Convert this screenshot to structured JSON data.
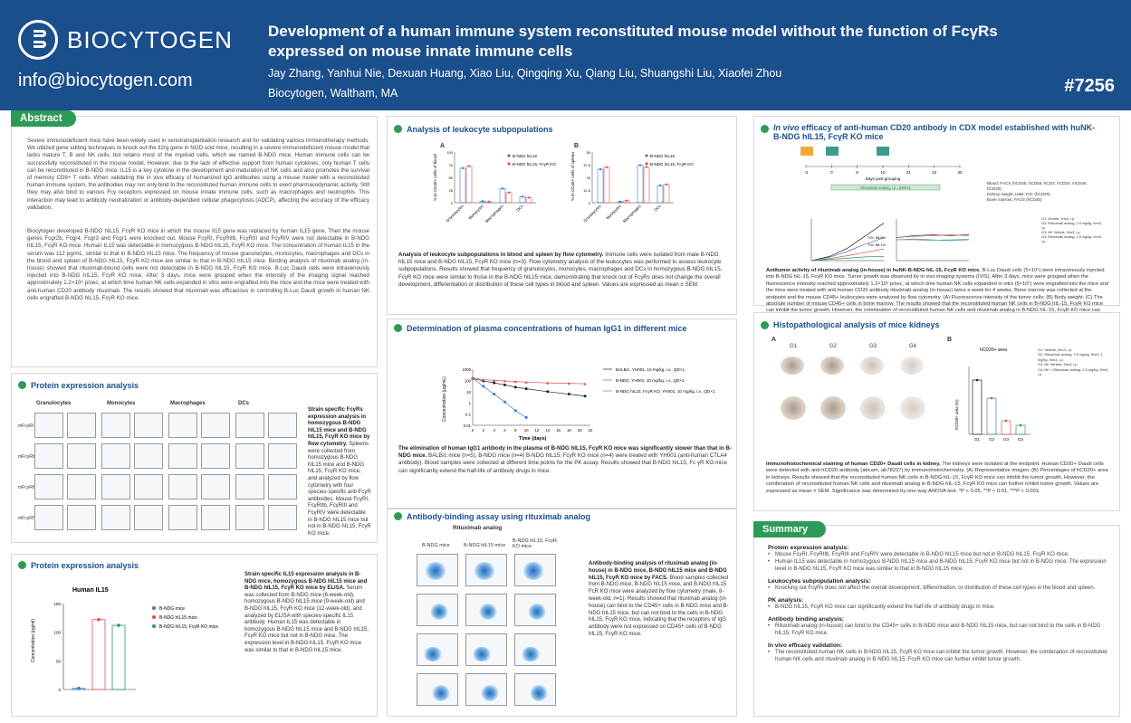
{
  "header": {
    "brand": "BIOCYTOGEN",
    "email": "info@biocytogen.com",
    "title": "Development of a human immune system reconstituted mouse model without the function of FcγRs expressed on mouse innate immune cells",
    "authors": "Jay Zhang, Yanhui Nie, Dexuan Huang, Xiao Liu, Qingqing Xu, Qiang Liu, Shuangshi Liu, Xiaofei Zhou",
    "affiliation": "Biocytogen, Waltham, MA",
    "poster_id": "#7256"
  },
  "abstract": {
    "title": "Abstract",
    "p1": "Severe immunodeficient mice have been widely used in xenotransplantation research and for validating various immunotherapy methods. We utilized gene editing techniques to knock out the Il2rg gene in NOD scid mice, resulting in a severe immunodeficient mouse model that lacks mature T, B and NK cells, but retains most of the myeloid cells, which we named B-NDG mice. Human immune cells can be successfully reconstituted in the mouse model. However, due to the lack of effective support from human cytokines, only human T cells can be reconstituted in B-NDG mice. IL15 is a key cytokine in the development and maturation of NK cells and also promotes the survival of memory CD8+ T cells. When validating the in vivo efficacy of humanized IgG antibodies using a mouse model with a reconstituted human immune system, the antibodies may not only bind to the reconstituted human immune cells to exert pharmacodynamic activity. Still they may also bind to various Fcγ receptors expressed on mouse innate immune cells, such as macrophages and neutrophils. This interaction may lead to antibody neutralization or antibody-dependent cellular phagocytosis (ADCP), affecting the accuracy of the efficacy validation.",
    "p2": "Biocytogen developed B-NDG hIL15, FcγR KO mice in which the mouse Il15 gene was replaced by human IL15 gene. Then the mouse genes Fcgr2b, Fcgr4, Fcgr3 and Fcgr1 were knocked out. Mouse FcγRI, FcγRIIb, FcγRIII and FcγRIV were not detectable in B-NDG hIL15, FcγR KO mice. Human IL15 was detectable in homozygous B-NDG hIL15, FcγR KO mice. The concentration of human IL15 in the serum was 112 pg/mL, similar to that in B-NDG hIL15 mice. The frequency of mouse granulocytes, monocytes, macrophages and DCs in the blood and spleen of B-NDG hIL15, FcγR KO mice are similar to that in B-NDG hIL15 mice. Binding analysis of rituximab analog (in-house) showed that rituximab-bound cells were not detectable in B-NDG hIL15, FcγR KO mice. B-Luc Daudi cells were intravenously injected into B-NDG hIL15, FcγR KO mice. After 3 days, mice were grouped when the intensity of the imaging signal reached approximately 1.2×10⁶ p/sec, at which time human NK cells expanded in vitro were engrafted into the mice and the mice were treated with anti-human CD20 antibody rituximab. The results showed that rituximab was efficacious in controlling B-Luc Daudi growth in human NK cells engrafted B-NDG hIL15, FcγR KO mice."
  },
  "protein1": {
    "title": "Protein expression analysis",
    "cols": [
      "Granulocytes",
      "Monocytes",
      "Macrophages",
      "DCs"
    ],
    "caption_bold": "Strain specific FcγRs expression analysis in homozygous B-NDG hIL15 mice and B-NDG hIL15, FcγR KO mice by flow cytometry.",
    "caption": "Spleens were collected from homozygous B-NDG hIL15 mice and B-NDG hIL15, FcγR KO mice, and analyzed by flow cytometry with four species-specific anti-FcγR antibodies. Mouse FcγRI, FcγRIIb, FcγRIII and FcγRIV were detectable in B-NDG hIL15 mice but not in B-NDG hIL15, FcγR KO mice.",
    "rows": [
      "mFcγRI",
      "mFcγRIIB",
      "mFcγRIII",
      "mFcγRIV"
    ]
  },
  "protein2": {
    "title": "Protein expression analysis",
    "chart_data": {
      "type": "bar",
      "title": "Human IL15",
      "ylabel": "Concentration (pg/ml)",
      "ylim": [
        0,
        150
      ],
      "series": [
        {
          "name": "B-NDG mice",
          "value": 2
        },
        {
          "name": "B-NDG hIL15 mice",
          "value": 122
        },
        {
          "name": "B-NDG hIL15, FcγR KO mice",
          "value": 112
        }
      ]
    },
    "caption_bold": "Strain specific IL15 expression analysis in B-NDG mice, homozygous B-NDG hIL15 mice and B-NDG hIL15, FcγR KO mice by ELISA.",
    "caption": "Serum was collected from B-NDG mice (6-week-old), homozygous B-NDG hIL15 mice (9-week-old) and B-NDG hIL15, FcγR KO mice (12-week-old), and analyzed by ELISA with species-specific IL15 antibody. Human IL15 was detectable in homozygous B-NDG hIL15 mice and B-NDG hIL15, FcγR KO mice but not in B-NDG mice. The expression level in B-NDG hIL15, FcγR KO mice was similar to that in B-NDG hIL15 mice."
  },
  "leukocyte": {
    "title": "Analysis of leukocyte subpopulations",
    "labelA": "A",
    "labelB": "B",
    "ylabelA": "% in CD45+ cells of blood",
    "ylabelB": "% in CD45+ cells of spleen",
    "legend": [
      "B-NDG hIL15",
      "B-NDG hIL15, FcγR KO"
    ],
    "chart_data": [
      {
        "type": "bar",
        "categories": [
          "Granulocytes",
          "Monocytes",
          "Macrophages",
          "DCs"
        ],
        "ylim": [
          0,
          100
        ],
        "series": [
          {
            "name": "B-NDG hIL15",
            "values": [
              68,
              3,
              28,
              12
            ]
          },
          {
            "name": "B-NDG hIL15, FcγR KO",
            "values": [
              72,
              2,
              20,
              10
            ]
          }
        ]
      },
      {
        "type": "bar",
        "categories": [
          "Granulocytes",
          "Monocytes",
          "Macrophages",
          "DCs"
        ],
        "ylim": [
          0,
          50
        ],
        "series": [
          {
            "name": "B-NDG hIL15",
            "values": [
              33,
              1,
              37,
              17
            ]
          },
          {
            "name": "B-NDG hIL15, FcγR KO",
            "values": [
              35,
              2,
              35,
              18
            ]
          }
        ]
      }
    ],
    "caption_bold": "Analysis of leukocyte subpopulations in blood and spleen by flow cytometry.",
    "caption": "Immune cells were isolated from male B-NDG hIL15 mice and B-NDG hIL15, FcγR KO mice (n=3). Flow cytometry analysis of the leukocytes was performed to assess leukocyte subpopulations. Results showed that frequency of granulocytes, monocytes, macrophages and DCs in homozygous B-NDG hIL15, FcγR KO mice were similar to those in the B-NDG hIL15 mice, demonstrating that knock out of FcγRs does not change the overall development, differentiation or distribution of these cell types in blood and spleen. Values are expressed as mean ± SEM."
  },
  "igg1": {
    "title": "Determination of plasma concentrations of human IgG1 in different mice",
    "chart_data": {
      "type": "line",
      "xlabel": "Time (days)",
      "ylabel": "Concentration (μg/mL)",
      "xticks": [
        0,
        2,
        4,
        6,
        8,
        10,
        12,
        14,
        16,
        18,
        20,
        22
      ],
      "yticks": [
        "1000",
        "100",
        "10",
        "1",
        "0.1",
        "0.01"
      ],
      "series": [
        {
          "name": "BALB/c, YH001, 10 mg/kg, i.v., QD×1",
          "x": [
            0,
            2,
            4,
            6,
            8,
            10,
            14,
            18,
            21
          ],
          "y": [
            150,
            90,
            60,
            40,
            25,
            18,
            10,
            6,
            4
          ]
        },
        {
          "name": "B-NDG, YH001, 10 mg/kg, i.v., QD×1",
          "x": [
            0,
            2,
            4,
            6,
            8,
            10
          ],
          "y": [
            150,
            30,
            6,
            1.2,
            0.2,
            0.05
          ]
        },
        {
          "name": "B-NDG hIL15, FcγR KO, YH001, 10 mg/kg, i.v., QD×1",
          "x": [
            0,
            2,
            4,
            6,
            8,
            10,
            14,
            18,
            21
          ],
          "y": [
            160,
            120,
            100,
            90,
            80,
            70,
            60,
            55,
            50
          ]
        }
      ]
    },
    "caption_bold": "The elimination of human IgG1 antibody in the plasma of B-NDG hIL15, FcγR KO mice was significantly slower than that in B-NDG mice.",
    "caption": "BALB/c mice (n=5), B-NDG mice (n=4) B-NDG hIL15, FcγR KO mice (n=4) were treated with YH001 (anti-human CTLA4 antibody). Blood samples were collected at different time points for the PK assay. Results showed that B-NDG hIL15, Fc γR KO mice can significantly extend the half-life of antibody drugs in mice."
  },
  "binding": {
    "title": "Antibody-binding assay using rituximab analog",
    "header": "Rituximab analog",
    "cols": [
      "B-NDG mice",
      "B-NDG hIL15 mice",
      "B-NDG hIL15, FcγR KO mice"
    ],
    "caption_bold": "Antibody-binding analysis of rituximab analog (in-house) in B-NDG mice, B-NDG hIL15 mice and B-NDG hIL15, FcγR KO mice by FACS.",
    "caption": "Blood samples collected from B-NDG mice, B-NDG hIL15 mice, and B-NDG hIL15 FcR KO mice were analyzed by flow cytometry (male, 8-week-old, n=1). Results showed that rituximab analog (in-house) can bind to the CD45+ cells in B-NDG mice and B-NDG hIL15 mice, but can not bind to the cells in B-NDG hIL15, FcγR KO mice, indicating that the receptors of IgG antibody were not expressed on CD45+ cells of B-NDG hIL15, FcγR KO mice."
  },
  "efficacy": {
    "title_italic": "In vivo",
    "title": "efficacy of anti-human CD20 antibody in CDX model established with huNK-B-NDG hIL15, FcγR KO mice",
    "timeline_days": [
      "-3",
      "0",
      "6",
      "10",
      "21",
      "24",
      "30"
    ],
    "timeline_label": "Days post grouping",
    "dosing": "Rituximab analog, i.p., BIW×4",
    "readouts": [
      "Blood: FACS (hCD45, hCD56, hCD3, hCD20, mCD45, hCD20)",
      "Kidney weight; H&E; IHC (hCD20)",
      "Bone marrow: FACS (hCD45)"
    ],
    "legend": [
      "G1: Vehicle, 5/m3, i.p.",
      "G2: Rituximab analog, 2.5 mg/kg, 5/m3, i.p.",
      "G3: NK Vehicle, 5/m3, i.p.",
      "G4: Rituximab analog, 2.5 mg/kg, 5/m3, i.p."
    ],
    "tgi": [
      "TGI: 58.6%",
      "TGI: 88.1%"
    ],
    "caption_bold": "Antitumor activity of rituximab analog (in-house) in huNK-B-NDG hIL-15, FcγR KO mice.",
    "caption": "B-Luc Daudi cells (5×10⁵) were intravenously injected into B-NDG hIL-15, FcγR KO mice. Tumor growth was observed by in vivo imaging systems (IVIS). After 3 days, mice were grouped when the fluorescence intensity reached approximately 1.2×10⁶ p/sec, at which time human NK cells expanded in vitro (5×10⁶) were engrafted into the mice and the mice were treated with anti-human CD20 antibody rituximab analog (in-house) twice a week for 4 weeks. Bone marrow was collected at the endpoint and the mouse CD45+ leukocytes were analyzed by flow cytometry. (A) Fluorescence intensity of the tumor cells; (B) Body weight; (C) The absolute number of mouse CD45+ cells in bone marrow. The results showed that the reconstituted human NK cells in B-NDG hIL-15, FcγR KO mice can inhibit the tumor growth. However, the combination of reconstituted human NK cells and rituximab analog in B-NDG hIL-15, FcγR KO mice can further inhibit tumor growth. Values are expressed as mean ± SEM. Significance was determined by one-way ANOVA test. *P < 0.05, **P < 0.01, ***P < 0.001."
  },
  "histo": {
    "title": "Histopathological analysis of mice kidneys",
    "labelA": "A",
    "labelB": "B",
    "groups": [
      "G1",
      "G2",
      "G3",
      "G4"
    ],
    "chart_title": "hCD20+ area",
    "legend": [
      "G1: Vehicle, 5/m3, i.p.",
      "G2: Rituximab analog, 2.5 mg/kg, 5/m3, 1 mg/kg, 5/m3, i.p.",
      "G3: NK Vehicle, 5/m3, i.p.",
      "G4: NK + Rituximab analog, 2.5 mg/kg, 5/m3, i.p."
    ],
    "chart_data": {
      "type": "bar",
      "categories": [
        "G1",
        "G2",
        "G3",
        "G4"
      ],
      "values": [
        12,
        8,
        3,
        2
      ],
      "ylabel": "hCD20+ area (%)"
    },
    "caption_bold": "Immunohistochemical staining of human CD20+ Daudi cells in kidney.",
    "caption": "The kidneys were isolated at the endpoint. Human CD20+ Daudi cells were detected with anti-hCD20 antibody (abcam, ab78237) by immunohistochemistry. (A) Representative images; (B) Percentages of hCD20+ area in kidneys. Results showed that the reconstituted human NK cells in B-NDG hIL-15, FcγR KO mice can inhibit the tumor growth. However, the combination of reconstituted human NK cells and rituximab analog in B-NDG hIL-15, FcγR KO mice can further inhibit tumor growth. Values are expressed as mean ± SEM. Significance was determined by one-way ANOVA test. *P < 0.05, **P < 0.01, ***P < 0.001."
  },
  "summary": {
    "title": "Summary",
    "sections": [
      {
        "heading": "Protein expression analysis:",
        "items": [
          "Mouse FcγRI, FcγRIIb, FcγRIII and FcγRIV were detectable in B-NDG hIL15 mice but not in B-NDG hIL15, FcγR KO mice.",
          "Human IL15 was detectable in homozygous B-NDG hIL15 mice and B-NDG hIL15, FcγR KO mice but not in B-NDG mice. The expression level in B-NDG hIL15, FcγR KO mice was similar to that in B-NDG hIL15 mice."
        ]
      },
      {
        "heading": "Leukocytes subpopulation analysis:",
        "items": [
          "Knocking out FcγRs does not affect the overall development, differentiation, or distribution of these cell types in the blood and spleen."
        ]
      },
      {
        "heading": "PK analysis:",
        "items": [
          "B-NDG hIL15, FcγR KO mice can significantly extend the half-life of antibody drugs in mice."
        ]
      },
      {
        "heading": "Antibody binding analysis:",
        "items": [
          "Rituximab analog (in-house) can bind to the CD45+ cells in B-NDG mice and B-NDG hIL15 mice, but can not bind to the cells in B-NDG hIL15, FcγR KO mice."
        ]
      },
      {
        "heading": "In vivo efficacy validation:",
        "items": [
          "The reconstituted human NK cells in B-NDG hIL15, FcγR KO mice can inhibit the tumor growth. However, the combination of reconstituted human NK cells and rituximab analog in B-NDG hIL15, FcγR KO mice can further inhibit tumor growth."
        ]
      }
    ]
  },
  "colors": {
    "header": "#1b4f8c",
    "accent": "#2e9a57",
    "series_blue": "#3c7bc3",
    "series_red": "#e05050",
    "series_green": "#2e9a57"
  }
}
